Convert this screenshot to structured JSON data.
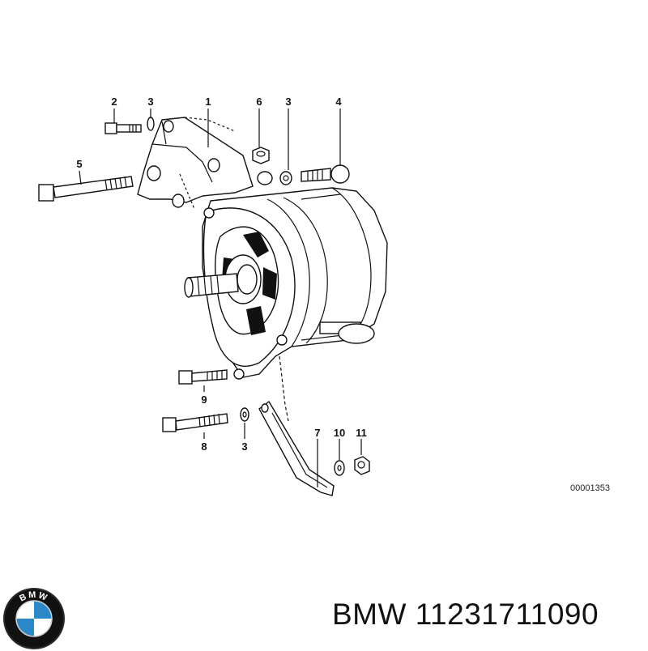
{
  "diagram": {
    "callouts": [
      "1",
      "2",
      "3",
      "4",
      "5",
      "6",
      "3",
      "7",
      "8",
      "9",
      "3",
      "10",
      "11"
    ],
    "reference_code": "00001353"
  },
  "footer": {
    "brand": "BMW",
    "part_number": "11231711090"
  },
  "logo": {
    "icon": "bmw-roundel-icon",
    "lettering": "BMW",
    "colors": {
      "blue": "#2a87c8",
      "black": "#111111",
      "white": "#ffffff"
    }
  }
}
